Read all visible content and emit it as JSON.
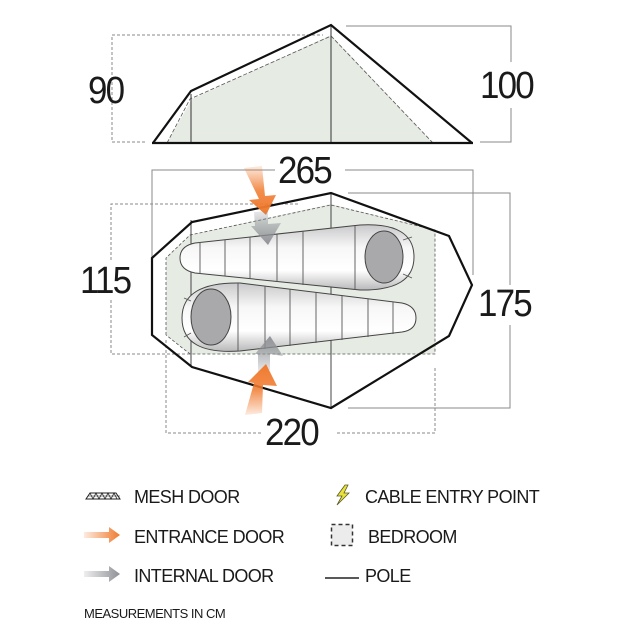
{
  "diagram": {
    "side_view": {
      "height_low_label": "90",
      "height_high_label": "100"
    },
    "floor_plan": {
      "length_outer_label": "265",
      "width_inner_label": "115",
      "width_outer_label": "175",
      "length_inner_label": "220"
    },
    "colors": {
      "outline": "#111111",
      "dimension_line": "#8a8a8a",
      "bedroom_fill": "#e6ebe4",
      "entrance_arrow": "#f07a2e",
      "internal_arrow": "#8f9196",
      "sleeping_bag": "#f2f2f2",
      "sleeping_bag_head": "#a9a9ab",
      "cable_entry": "#e8e23a"
    }
  },
  "legend": {
    "items": [
      {
        "icon": "mesh-door-icon",
        "label": "MESH DOOR"
      },
      {
        "icon": "entrance-door-arrow-icon",
        "label": "ENTRANCE DOOR"
      },
      {
        "icon": "internal-door-arrow-icon",
        "label": "INTERNAL DOOR"
      },
      {
        "icon": "lightning-bolt-icon",
        "label": "CABLE ENTRY POINT"
      },
      {
        "icon": "dashed-square-icon",
        "label": "BEDROOM"
      },
      {
        "icon": "pole-line-icon",
        "label": "POLE"
      }
    ]
  },
  "footer": {
    "note": "MEASUREMENTS IN CM"
  }
}
